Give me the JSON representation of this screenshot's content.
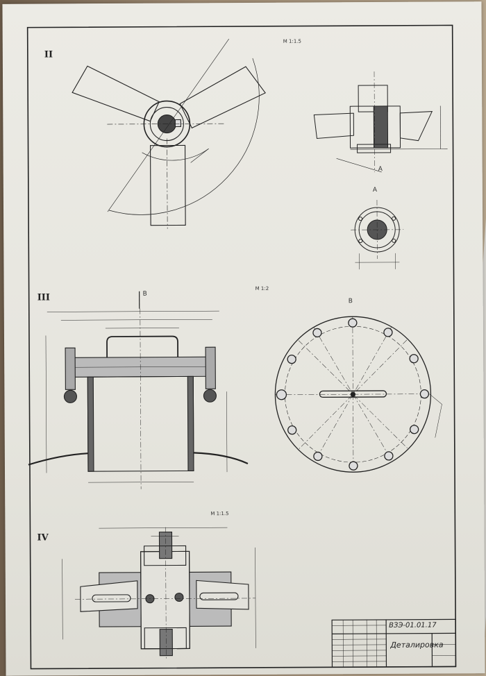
{
  "sheet": {
    "views": [
      {
        "id": "II",
        "label": "II",
        "scale": "M 1:1.5"
      },
      {
        "id": "III",
        "label": "III",
        "scale": "M 1:2"
      },
      {
        "id": "IV",
        "label": "IV",
        "scale": "M 1:1.5"
      }
    ],
    "section_labels": {
      "A_top": "A",
      "A_bottom": "A",
      "B_top": "B",
      "B_right": "B"
    },
    "title_block": {
      "code": "ВЗЭ-01.01.17",
      "title": "Деталировка"
    }
  }
}
